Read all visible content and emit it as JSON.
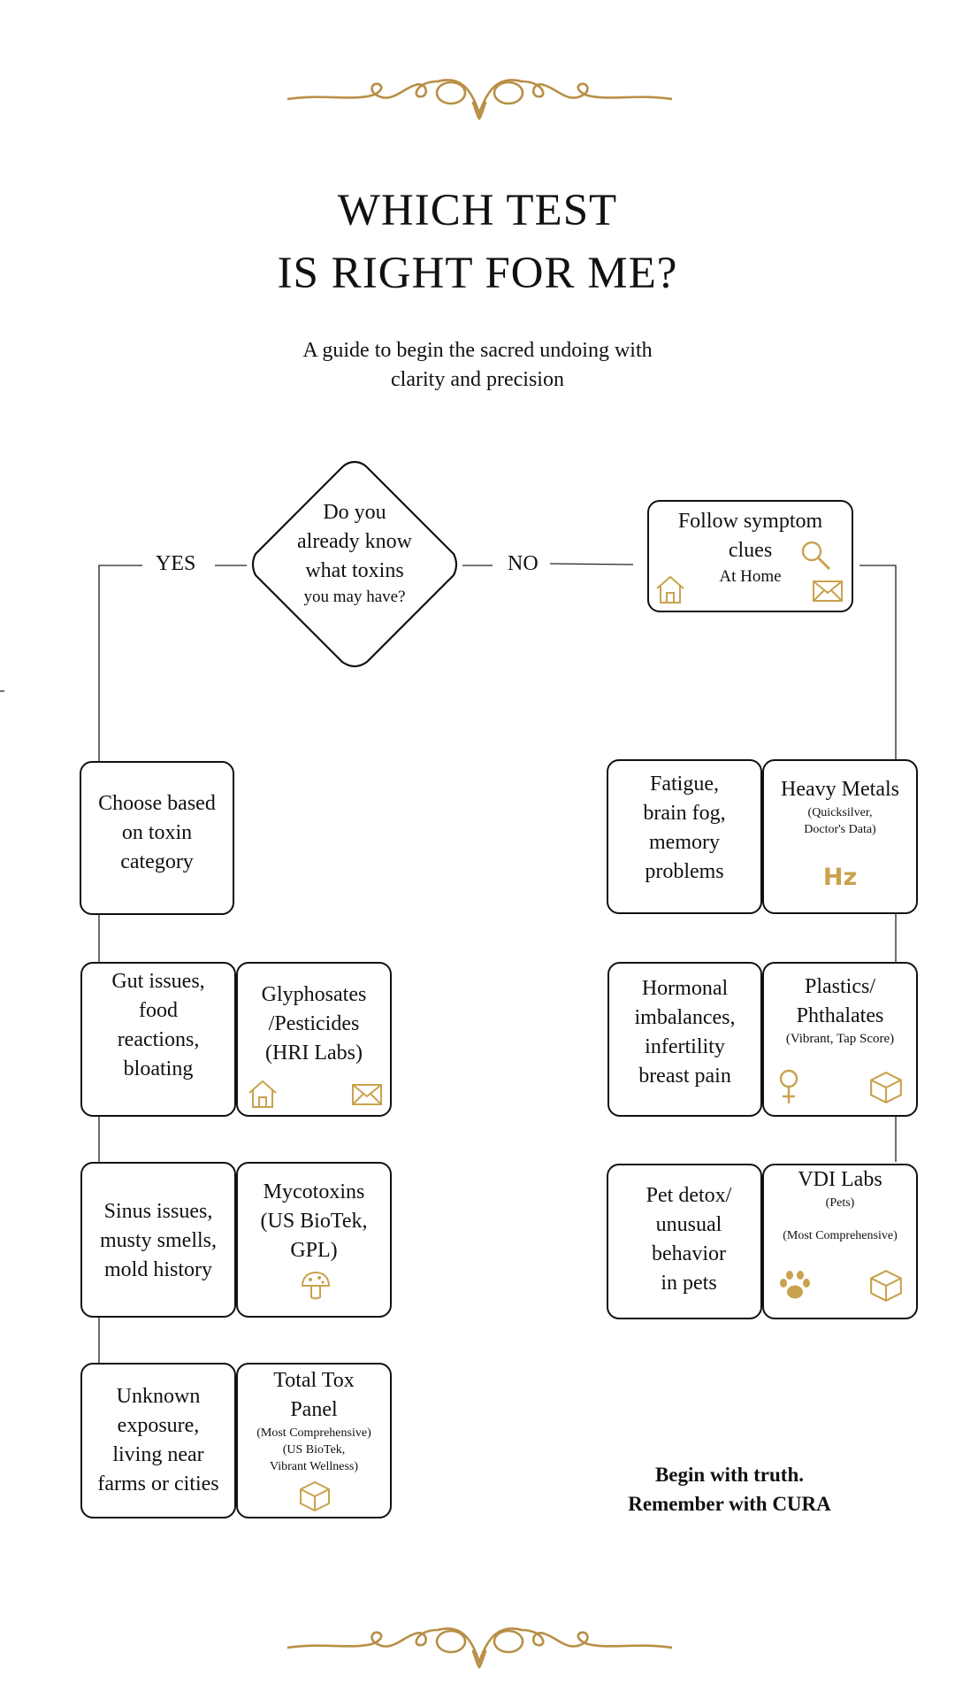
{
  "header": {
    "title_line1": "WHICH TEST",
    "title_line2": "IS RIGHT FOR ME?",
    "subtitle_line1": "A guide to begin the sacred undoing with",
    "subtitle_line2": "clarity and precision"
  },
  "decision": {
    "q1": "Do you",
    "q2": "already know",
    "q3": "what toxins",
    "q4": "you may have?",
    "yes": "YES",
    "no": "NO"
  },
  "symptom_box": {
    "line1": "Follow symptom",
    "line2": "clues",
    "line3": "At Home"
  },
  "left": {
    "choose": {
      "l1": "Choose based",
      "l2": "on toxin",
      "l3": "category"
    },
    "gut": {
      "l1": "Gut issues,",
      "l2": "food",
      "l3": "reactions,",
      "l4": "bloating"
    },
    "glyph": {
      "l1": "Glyphosates",
      "l2": "/Pesticides",
      "l3": "(HRI Labs)"
    },
    "sinus": {
      "l1": "Sinus issues,",
      "l2": "musty smells,",
      "l3": "mold history"
    },
    "myco": {
      "l1": "Mycotoxins",
      "l2": "(US BioTek,",
      "l3": "GPL)"
    },
    "unknown": {
      "l1": "Unknown",
      "l2": "exposure,",
      "l3": "living near",
      "l4": "farms or cities"
    },
    "total": {
      "l1": "Total Tox",
      "l2": "Panel",
      "s1": "(Most Comprehensive)",
      "s2": "(US BioTek,",
      "s3": "Vibrant Wellness)"
    }
  },
  "right": {
    "fatigue": {
      "l1": "Fatigue,",
      "l2": "brain fog,",
      "l3": "memory",
      "l4": "problems"
    },
    "metals": {
      "l1": "Heavy Metals",
      "s1": "(Quicksilver,",
      "s2": "Doctor's Data)",
      "hz": "Hz"
    },
    "hormonal": {
      "l1": "Hormonal",
      "l2": "imbalances,",
      "l3": "infertility",
      "l4": "breast pain"
    },
    "plastics": {
      "l1": "Plastics/",
      "l2": "Phthalates",
      "s1": "(Vibrant, Tap Score)"
    },
    "pet": {
      "l1": "Pet detox/",
      "l2": "unusual",
      "l3": "behavior",
      "l4": "in pets"
    },
    "vdi": {
      "l1": "VDI Labs",
      "s1": "(Pets)",
      "s2": "(Most Comprehensive)"
    }
  },
  "tagline": {
    "l1": "Begin with truth.",
    "l2": "Remember with CURA"
  },
  "icons": {
    "ornament": "flourish-ornament",
    "house": "house-icon",
    "mail": "envelope-icon",
    "search": "magnifier-icon",
    "mushroom": "mushroom-icon",
    "box": "cube-icon",
    "female": "female-symbol-icon",
    "paw": "paw-icon"
  },
  "colors": {
    "gold": "#C9A24E",
    "ornament": "#B88F45",
    "ink": "#111111"
  }
}
